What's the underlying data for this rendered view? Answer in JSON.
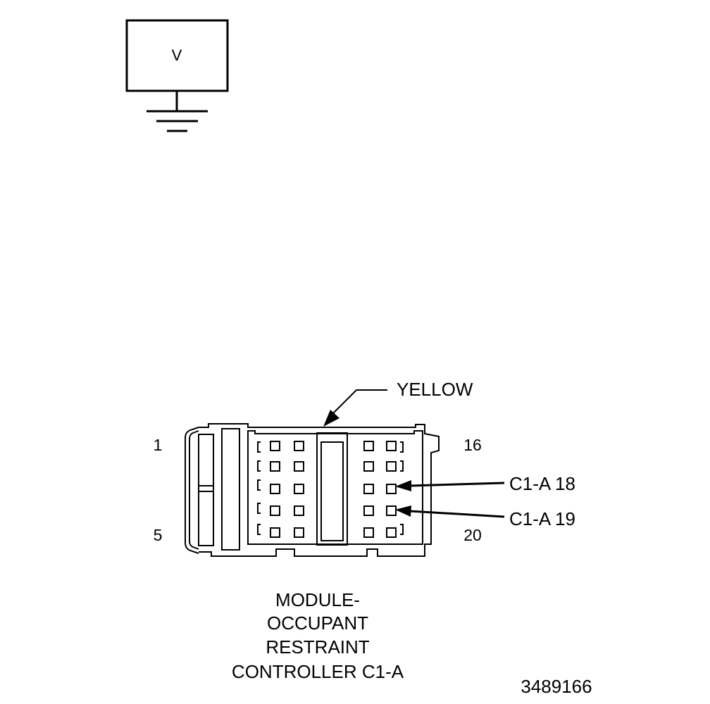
{
  "meter": {
    "symbol": "V"
  },
  "connector": {
    "color_label": "YELLOW",
    "pin_first": "1",
    "pin_row_end": "5",
    "pin_col_start": "16",
    "pin_last": "20",
    "callouts": [
      "C1-A 18",
      "C1-A 19"
    ],
    "title_lines": [
      "MODULE-",
      "OCCUPANT",
      "RESTRAINT",
      "CONTROLLER C1-A"
    ]
  },
  "figure_id": "3489166"
}
